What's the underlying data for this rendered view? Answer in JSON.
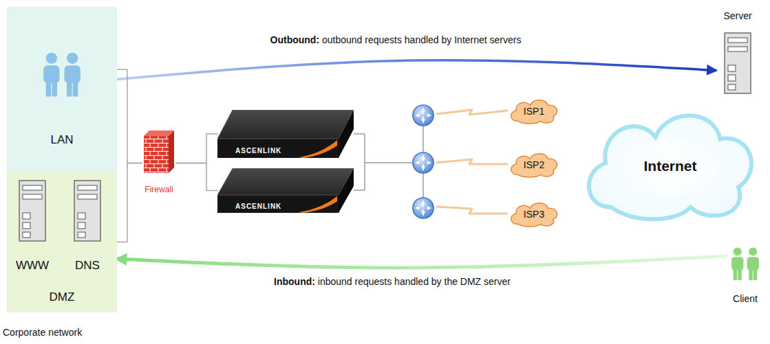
{
  "diagram": {
    "nodes": [
      {
        "text": [
          "LAN"
        ]
      },
      {
        "text": [
          "DMZ"
        ]
      },
      {
        "text": [
          "WWW"
        ],
        "in": 1
      },
      {
        "text": [
          "DNS"
        ],
        "in": 1
      },
      {
        "text": [
          "Firewall"
        ]
      },
      {
        "text": [
          "ASCENLINK"
        ]
      },
      {
        "text": [
          "ASCENLINK"
        ]
      },
      {
        "text": [
          "ISP1"
        ]
      },
      {
        "text": [
          "ISP2"
        ]
      },
      {
        "text": [
          "ISP3"
        ]
      },
      {
        "text": [
          "Internet"
        ]
      },
      {
        "text": [
          "Server"
        ]
      },
      {
        "text": [
          "Client"
        ]
      }
    ],
    "edges": [
      {
        "from": 0,
        "to": 11,
        "arrow": "to",
        "label": "Outbound: outbound requests handled by Internet servers"
      },
      {
        "from": 12,
        "to": 1,
        "arrow": "to",
        "label": "Inbound: inbound requests handled by the DMZ server"
      },
      {
        "from": 0,
        "to": 4,
        "arrow": "none"
      },
      {
        "from": 1,
        "to": 4,
        "arrow": "none"
      },
      {
        "from": 4,
        "to": 5,
        "arrow": "none"
      },
      {
        "from": 4,
        "to": 6,
        "arrow": "none"
      }
    ],
    "labels": [
      "Corporate network"
    ]
  }
}
